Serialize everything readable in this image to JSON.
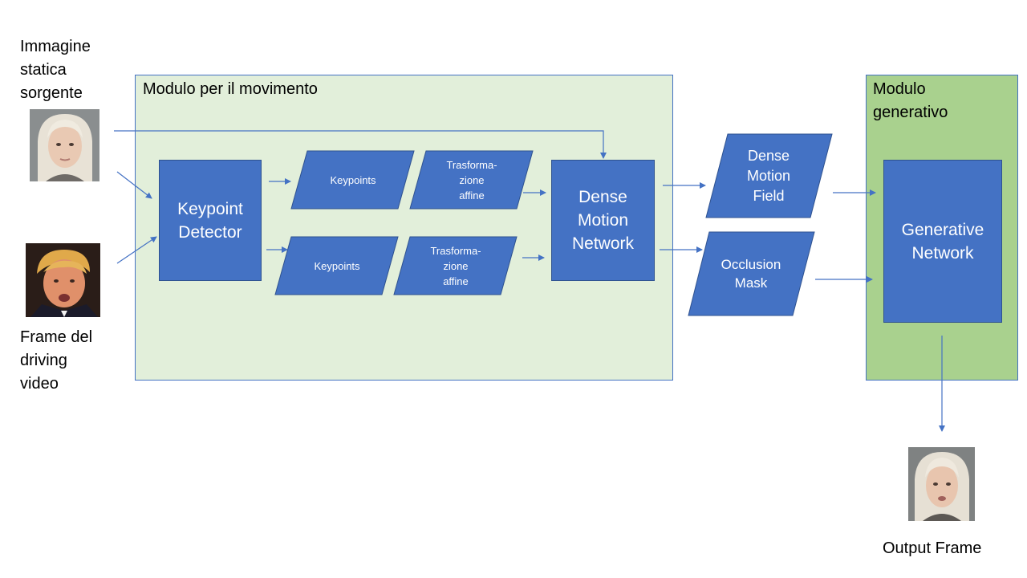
{
  "source_image_label": "Immagine\nstatica\nsorgente",
  "driving_frame_label": "Frame del\ndriving\nvideo",
  "output_frame_label": "Output Frame",
  "motion_module": {
    "title": "Modulo per il movimento",
    "keypoint_detector": "Keypoint\nDetector",
    "keypoints_top": "Keypoints",
    "affine_top": "Trasforma-\nzione\naffine",
    "keypoints_bottom": "Keypoints",
    "affine_bottom": "Trasforma-\nzione\naffine",
    "dense_motion_network": "Dense\nMotion\nNetwork"
  },
  "dense_motion_field": "Dense\nMotion\nField",
  "occlusion_mask": "Occlusion\nMask",
  "generative_module": {
    "title": "Modulo\ngenerativo",
    "generative_network": "Generative\nNetwork"
  },
  "colors": {
    "box_fill": "#4472c4",
    "motion_module_bg": "#e2efda",
    "generative_module_bg": "#a9d18e",
    "arrow": "#4472c4"
  }
}
